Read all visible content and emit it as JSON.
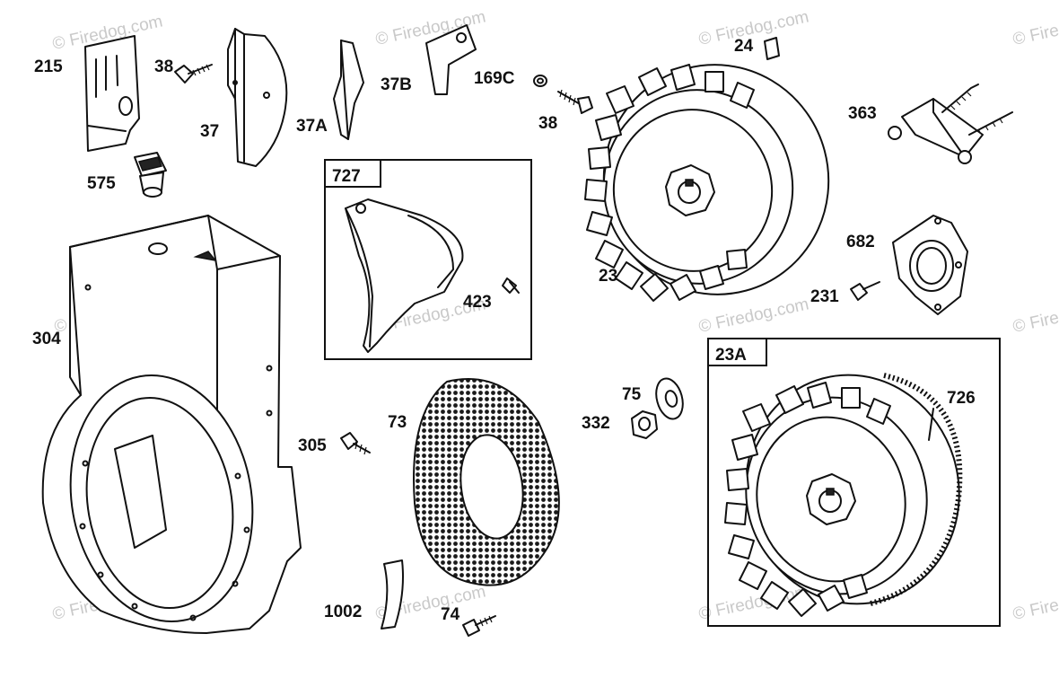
{
  "watermark": "© Firedog.com",
  "labels": {
    "p215": "215",
    "p38a": "38",
    "p37": "37",
    "p37a": "37A",
    "p37b": "37B",
    "p169c": "169C",
    "p38b": "38",
    "p24": "24",
    "p363": "363",
    "p575": "575",
    "p727": "727",
    "p423": "423",
    "p23": "23",
    "p682": "682",
    "p231": "231",
    "p304": "304",
    "p23a": "23A",
    "p726": "726",
    "p75": "75",
    "p332": "332",
    "p73": "73",
    "p305": "305",
    "p1002": "1002",
    "p74": "74"
  }
}
